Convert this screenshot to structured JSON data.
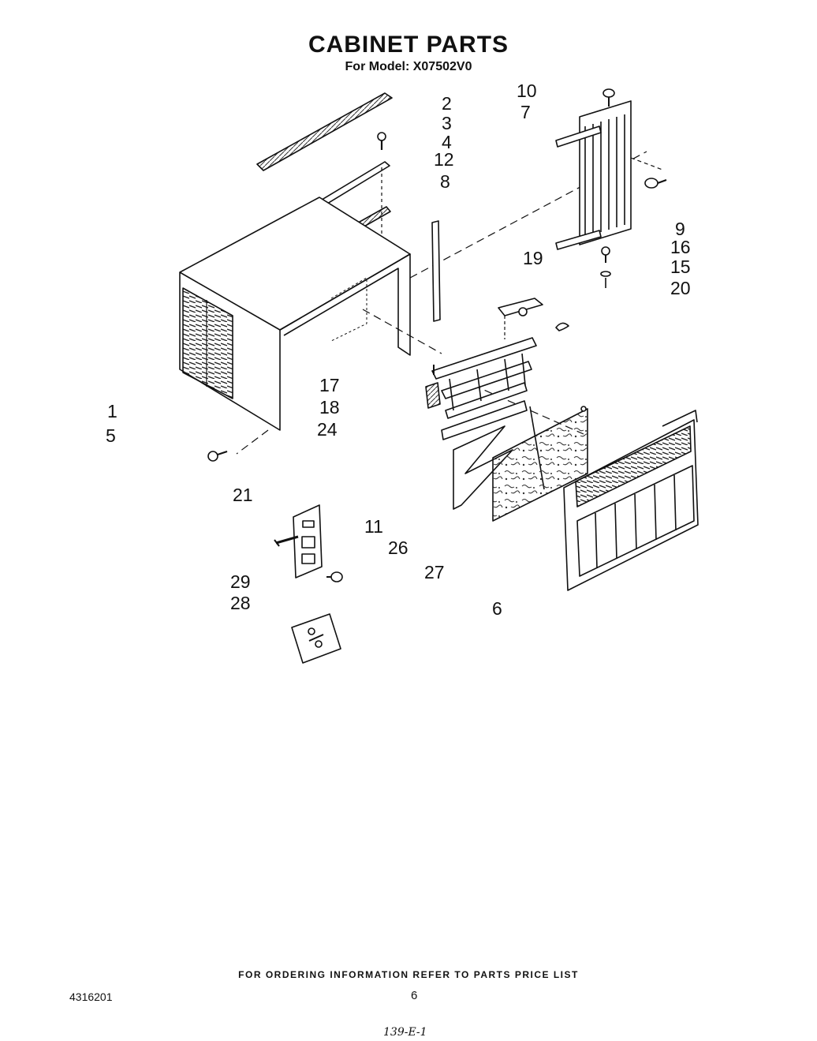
{
  "header": {
    "title": "CABINET PARTS",
    "subtitle": "For Model: X07502V0"
  },
  "callouts": [
    "1",
    "2",
    "3",
    "4",
    "5",
    "6",
    "7",
    "8",
    "9",
    "10",
    "11",
    "12",
    "15",
    "16",
    "17",
    "18",
    "19",
    "20",
    "21",
    "24",
    "26",
    "27",
    "28",
    "29"
  ],
  "footer": {
    "ordering_note": "FOR ORDERING INFORMATION REFER TO PARTS PRICE LIST",
    "document_number": "4316201",
    "page_number": "6",
    "handwritten_code": "139-E-1"
  }
}
